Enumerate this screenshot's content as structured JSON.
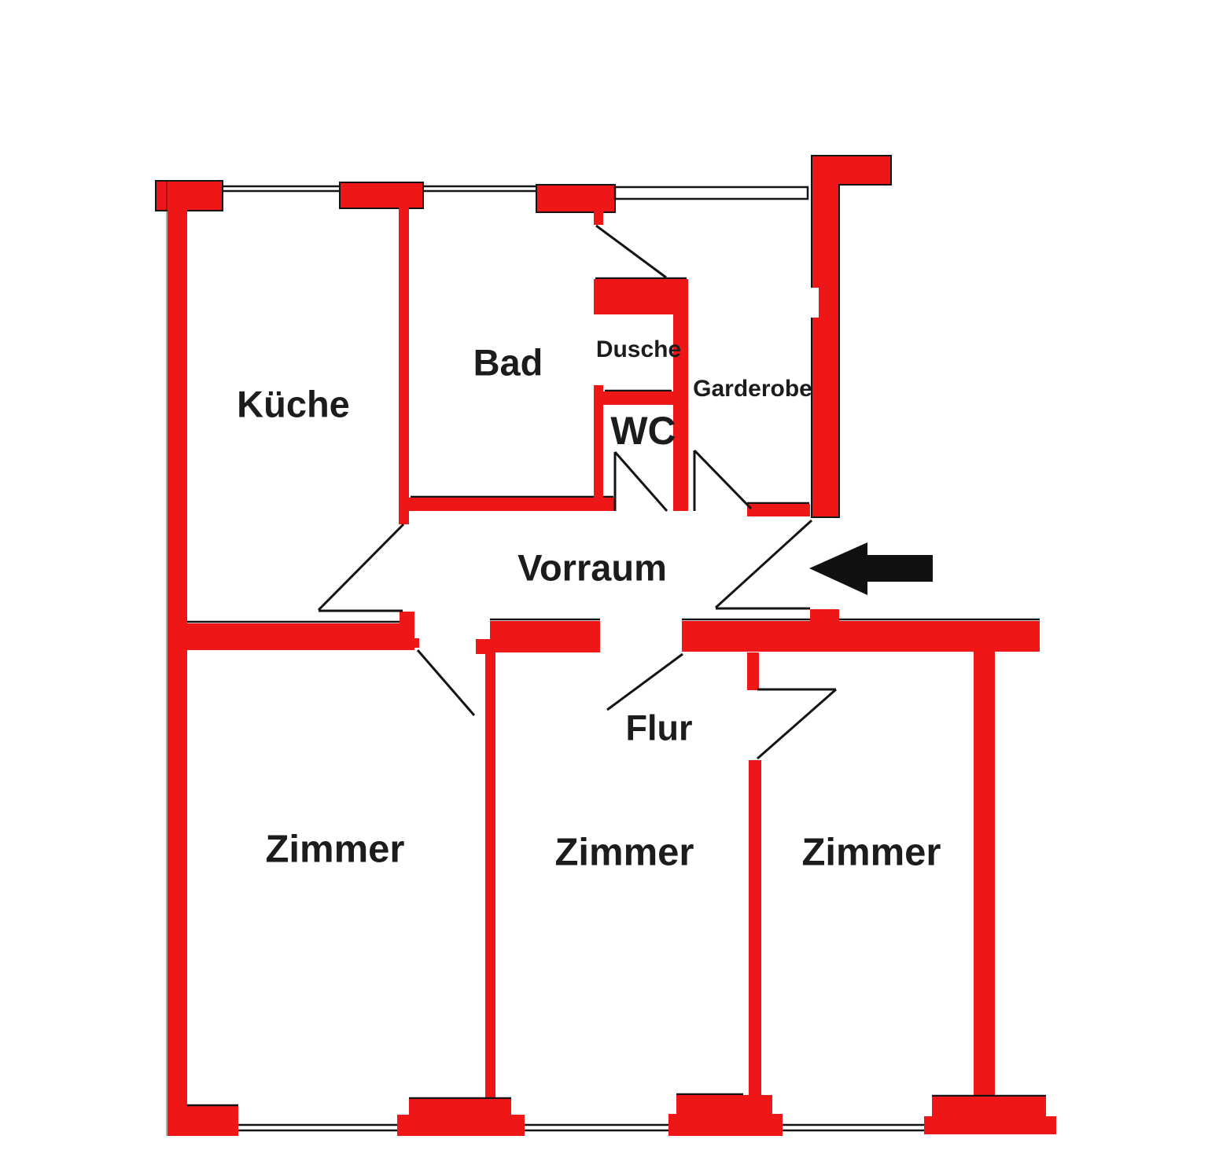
{
  "meta": {
    "kind": "apartment-floor-plan"
  },
  "colors": {
    "wall": "#ee1616",
    "line": "#141414",
    "text": "#1c1c1c",
    "arrow": "#111111",
    "background": "#ffffff"
  },
  "rooms": {
    "kueche": "Küche",
    "bad": "Bad",
    "dusche": "Dusche",
    "garderobe": "Garderobe",
    "wc": "WC",
    "vorraum": "Vorraum",
    "flur": "Flur",
    "zimmer_left": "Zimmer",
    "zimmer_middle": "Zimmer",
    "zimmer_right": "Zimmer"
  },
  "icons": {
    "entrance_arrow": "arrow-left"
  }
}
